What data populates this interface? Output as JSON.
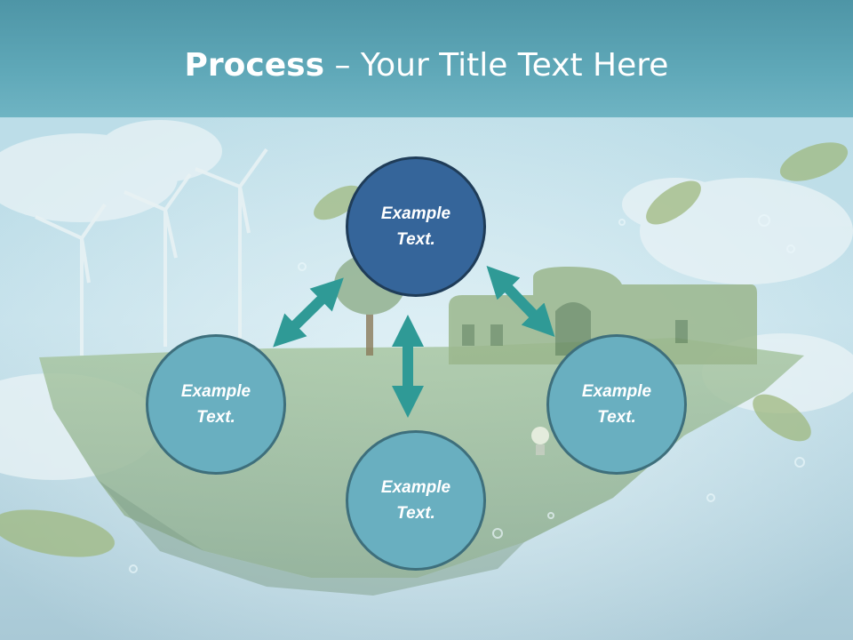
{
  "title": {
    "bold": "Process",
    "rest": " – Your Title Text Here"
  },
  "nodes": {
    "top": {
      "line1": "Example",
      "line2": "Text."
    },
    "left": {
      "line1": "Example",
      "line2": "Text."
    },
    "right": {
      "line1": "Example",
      "line2": "Text."
    },
    "bottom": {
      "line1": "Example",
      "line2": "Text."
    }
  },
  "colors": {
    "title_band": "#5fa8b8",
    "main_node": "#35659a",
    "sub_node": "#69afc0",
    "arrow": "#2f9a96"
  }
}
